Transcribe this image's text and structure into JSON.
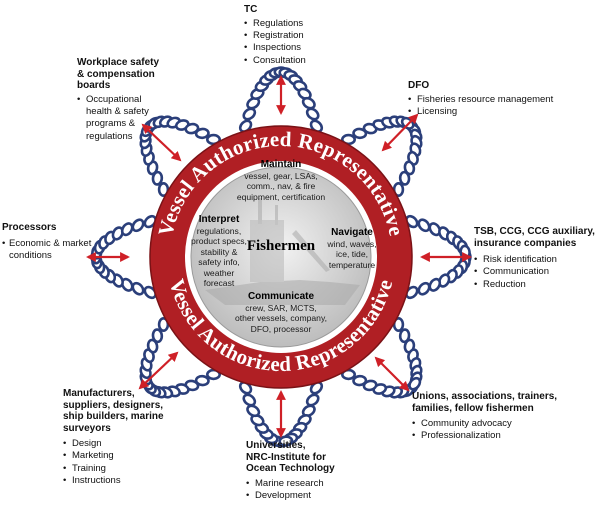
{
  "ring": {
    "top_label": "Vessel Authorized Representative",
    "bottom_label": "Vessel Authorized Representative"
  },
  "center": {
    "title": "Fishermen",
    "maintain": {
      "heading": "Maintain",
      "lines": [
        "vessel, gear, LSAs,",
        "comm., nav, & fire",
        "equipment, certification"
      ]
    },
    "interpret": {
      "heading": "Interpret",
      "lines": [
        "regulations,",
        "product specs,",
        "stability &",
        "safety info,",
        "weather",
        "forecast"
      ]
    },
    "navigate": {
      "heading": "Navigate",
      "lines": [
        "wind, waves,",
        "ice, tide,",
        "temperature"
      ]
    },
    "communicate": {
      "heading": "Communicate",
      "lines": [
        "crew, SAR, MCTS,",
        "other vessels, company,",
        "DFO, processor"
      ]
    }
  },
  "stakeholders": {
    "tc": {
      "heading": [
        "TC"
      ],
      "items": [
        "Regulations",
        "Registration",
        "Inspections",
        "Consultation"
      ]
    },
    "dfo": {
      "heading": [
        "DFO"
      ],
      "items": [
        "Fisheries resource management",
        "Licensing"
      ]
    },
    "workplace": {
      "heading": [
        "Workplace safety",
        "& compensation",
        "boards"
      ],
      "items": [
        "Occupational health & safety programs & regulations"
      ]
    },
    "processors": {
      "heading": [
        "Processors"
      ],
      "items": [
        "Economic & market conditions"
      ]
    },
    "tsb": {
      "heading": [
        "TSB, CCG, CCG auxiliary,",
        "insurance companies"
      ],
      "items": [
        "Risk identification",
        "Communication",
        "Reduction"
      ]
    },
    "manufacturers": {
      "heading": [
        "Manufacturers,",
        "suppliers, designers,",
        "ship builders, marine",
        "surveyors"
      ],
      "items": [
        "Design",
        "Marketing",
        "Training",
        "Instructions"
      ]
    },
    "universities": {
      "heading": [
        "Universities,",
        "NRC-Institute for",
        "Ocean Technology"
      ],
      "items": [
        "Marine research",
        "Development"
      ]
    },
    "unions": {
      "heading": [
        "Unions, associations, trainers,",
        "families, fellow fishermen"
      ],
      "items": [
        "Community advocacy",
        "Professionalization"
      ]
    }
  },
  "colors": {
    "rope": "#2b3f7a",
    "ring": "#b01f24",
    "arrow": "#cf2027",
    "center_fill": "#d9d9d9"
  }
}
